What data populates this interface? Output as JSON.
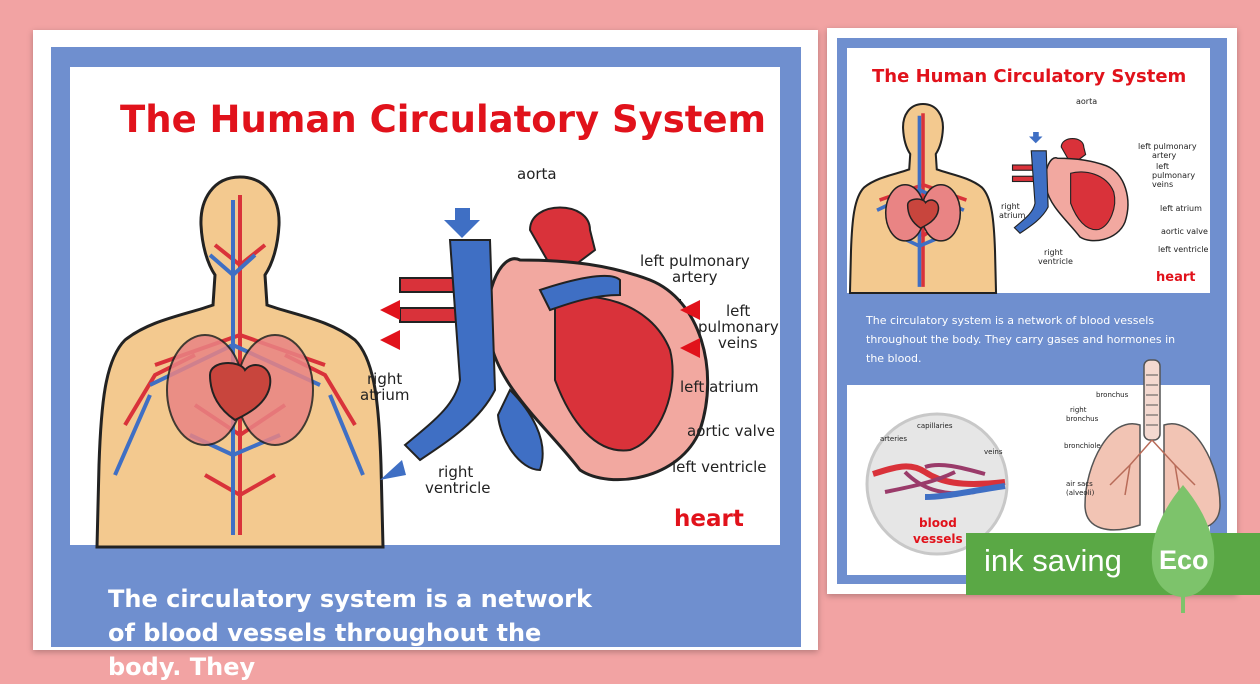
{
  "left_poster": {
    "title": "The Human Circulatory System",
    "heart_word": "heart",
    "labels": {
      "aorta": "aorta",
      "left_pulmonary_artery_1": "left pulmonary",
      "left_pulmonary_artery_2": "artery",
      "left_pulmonary_veins_1": "left",
      "left_pulmonary_veins_2": "pulmonary",
      "left_pulmonary_veins_3": "veins",
      "right_atrium_1": "right",
      "right_atrium_2": "atrium",
      "left_atrium": "left atrium",
      "aortic_valve": "aortic valve",
      "left_ventricle": "left ventricle",
      "right_ventricle_1": "right",
      "right_ventricle_2": "ventricle"
    },
    "body_text": "The circulatory system is a network of blood vessels throughout the body. They"
  },
  "right_poster": {
    "title": "The Human Circulatory System",
    "heart_word": "heart",
    "labels": {
      "aorta": "aorta",
      "lpa_1": "left pulmonary",
      "lpa_2": "artery",
      "lpv_1": "left",
      "lpv_2": "pulmonary",
      "lpv_3": "veins",
      "ra_1": "right",
      "ra_2": "atrium",
      "la": "left atrium",
      "av": "aortic valve",
      "lv": "left ventricle",
      "rv_1": "right",
      "rv_2": "ventricle"
    },
    "body_text": "The circulatory system is a network of blood vessels throughout the body. They carry gases and hormones in the blood.",
    "vessels": {
      "capillaries": "capillaries",
      "arteries": "arteries",
      "veins": "veins",
      "caption_1": "blood",
      "caption_2": "vessels"
    },
    "lungs": {
      "bronchus": "bronchus",
      "right_bronchus_1": "right",
      "right_bronchus_2": "bronchus",
      "bronchiole": "bronchiole",
      "air_sacs_1": "air sacs",
      "air_sacs_2": "(alveoli)"
    }
  },
  "badge": {
    "text": "ink saving",
    "eco": "Eco"
  },
  "colors": {
    "background": "#f2a3a3",
    "frame_blue": "#6f8fcf",
    "title_red": "#e1121b",
    "artery_red": "#d9323a",
    "vein_blue": "#3f6fc4",
    "badge_green": "#5aa845"
  }
}
